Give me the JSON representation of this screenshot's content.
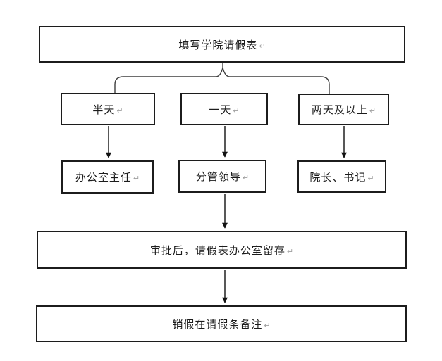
{
  "flowchart": {
    "title_box": {
      "label": "填写学院请假表"
    },
    "branch_boxes": [
      {
        "label": "半天"
      },
      {
        "label": "一天"
      },
      {
        "label": "两天及以上"
      }
    ],
    "approver_boxes": [
      {
        "label": "办公室主任"
      },
      {
        "label": "分管领导"
      },
      {
        "label": "院长、书记"
      }
    ],
    "archive_box": {
      "label": "审批后，请假表办公室留存"
    },
    "note_box": {
      "label": "销假在请假条备注"
    },
    "paragraph_mark": "↵",
    "colors": {
      "box_border": "#1c1c1c",
      "text": "#1c1c1c",
      "paragraph_mark": "#a0a0a0",
      "brace": "#3f3f3f",
      "arrow": "#111111",
      "background": "#ffffff"
    }
  }
}
